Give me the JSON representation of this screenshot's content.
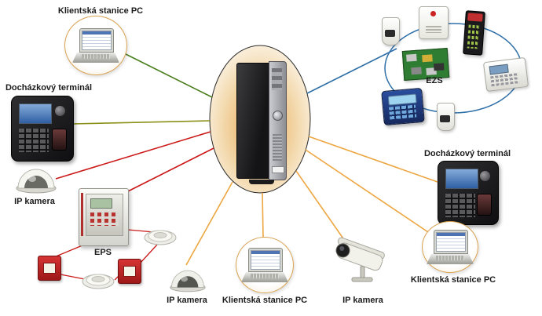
{
  "diagram": {
    "type": "security-system-topology",
    "labels": {
      "client_pc_top": "Klientská stanice PC",
      "attendance_left": "Docházkový terminál",
      "ip_camera_left": "IP kamera",
      "eps": "EPS",
      "ip_camera_bottom": "IP kamera",
      "client_pc_bottom": "Klientská stanice PC",
      "ip_camera_right": "IP kamera",
      "attendance_right": "Docházkový terminál",
      "client_pc_right": "Klientská stanice PC",
      "ezs": "EZS"
    },
    "colors": {
      "link_green": "#4a7d1c",
      "link_olive": "#8a9018",
      "link_red": "#cc1a1a",
      "link_orange": "#eda640",
      "link_blue": "#2e6fa8",
      "hub_glow": "#e8a44e",
      "node_ring": "#d9a353"
    },
    "connections": [
      {
        "from": "server",
        "to": "client_pc_top",
        "color": "link_green"
      },
      {
        "from": "server",
        "to": "attendance_left",
        "color": "link_olive"
      },
      {
        "from": "server",
        "to": "ip_camera_left",
        "color": "link_red"
      },
      {
        "from": "server",
        "to": "eps",
        "color": "link_red"
      },
      {
        "from": "server",
        "to": "ip_camera_bottom",
        "color": "link_orange"
      },
      {
        "from": "server",
        "to": "client_pc_bottom",
        "color": "link_orange"
      },
      {
        "from": "server",
        "to": "ip_camera_right",
        "color": "link_orange"
      },
      {
        "from": "server",
        "to": "attendance_right",
        "color": "link_orange"
      },
      {
        "from": "server",
        "to": "client_pc_right",
        "color": "link_orange"
      },
      {
        "from": "server",
        "to": "ezs",
        "color": "link_blue"
      }
    ],
    "groups": {
      "eps_components": [
        "fire-alarm-panel",
        "smoke-detector",
        "smoke-detector",
        "call-point",
        "call-point"
      ],
      "ezs_components": [
        "pir-sensor",
        "siren",
        "card-reader",
        "control-board",
        "keypad",
        "lcd-keypad",
        "pir-sensor"
      ]
    }
  }
}
